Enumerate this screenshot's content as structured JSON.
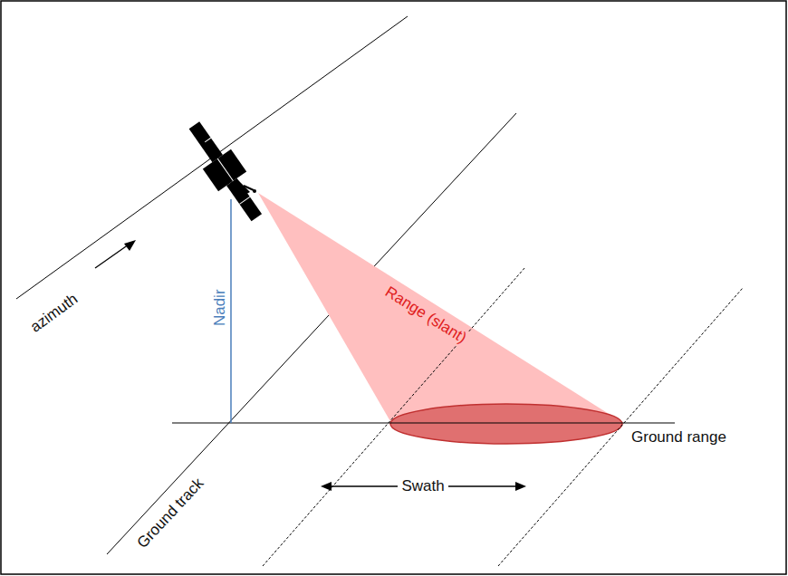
{
  "diagram": {
    "labels": [
      "azimuth",
      "Nadir",
      "Range (slant)",
      "Ground range",
      "Ground track",
      "Swath"
    ]
  }
}
